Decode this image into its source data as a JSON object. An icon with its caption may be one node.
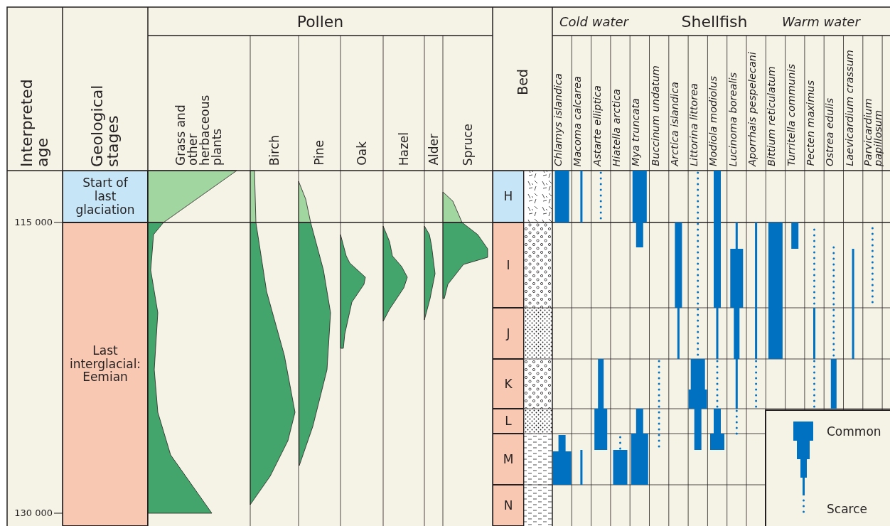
{
  "diagram": {
    "nodes": [
      {
        "text": [
          "Start of last glaciation"
        ]
      },
      {
        "text": [
          "Last interglacial: Eemian"
        ]
      },
      {
        "text": [
          "H"
        ]
      },
      {
        "text": [
          "I"
        ]
      },
      {
        "text": [
          "J"
        ]
      },
      {
        "text": [
          "K"
        ]
      },
      {
        "text": [
          "L"
        ]
      },
      {
        "text": [
          "M"
        ]
      },
      {
        "text": [
          "N"
        ]
      }
    ],
    "edges": [],
    "labels": [
      "Interpreted age",
      "Geological stages",
      "Pollen",
      "Grass and other herbaceous plants",
      "Birch",
      "Pine",
      "Oak",
      "Hazel",
      "Alder",
      "Spruce",
      "Bed",
      "Cold water",
      "Shellfish",
      "Warm water",
      "Chlamys islandica",
      "Macoma calcarea",
      "Astarte elliptica",
      "Hiatella arctica",
      "Mya truncata",
      "Buccinum undatum",
      "Arctica islandica",
      "Littorina littorea",
      "Modiola modiolus",
      "Lucinoma borealis",
      "Aporrhais pespelecani",
      "Bittium reticulatum",
      "Turritella communis",
      "Pecten maximus",
      "Ostrea edulis",
      "Laevicardium crassum",
      "Parvicardium papillosum",
      "115 000",
      "130 000"
    ],
    "legend": [
      {
        "text": "Common"
      },
      {
        "text": "Scarce"
      }
    ]
  }
}
